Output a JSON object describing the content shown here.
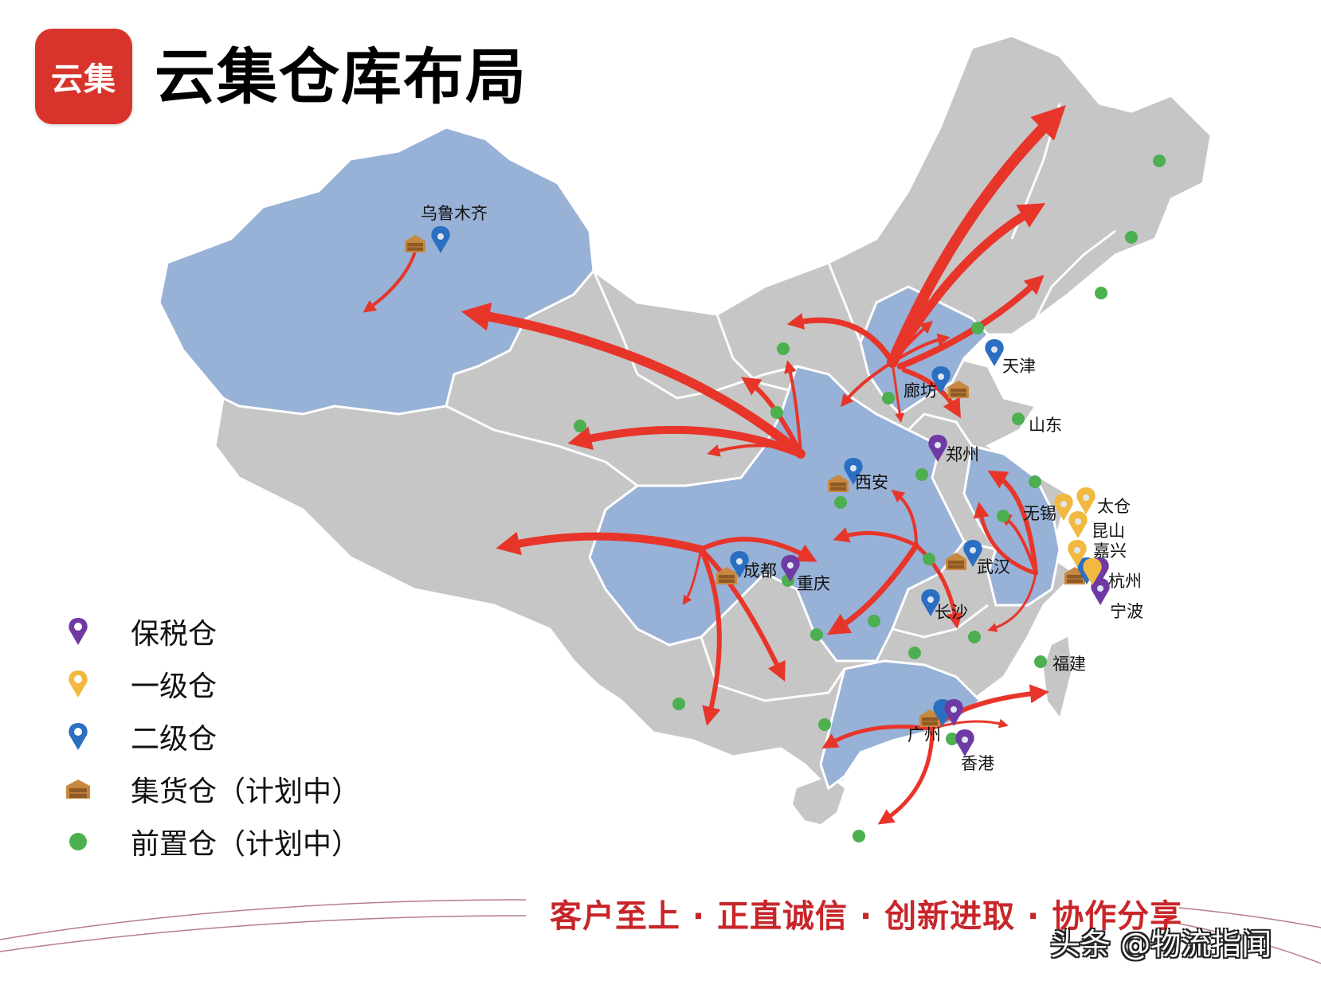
{
  "header": {
    "logo_text": "云集",
    "title": "云集仓库布局"
  },
  "legend": [
    {
      "icon": "pin-purple-icon",
      "color": "#6f3aa3",
      "label": "保税仓"
    },
    {
      "icon": "pin-yellow-icon",
      "color": "#f2b940",
      "label": "一级仓"
    },
    {
      "icon": "pin-blue-icon",
      "color": "#2b6fc2",
      "label": "二级仓"
    },
    {
      "icon": "warehouse-icon",
      "color": "#b8773a",
      "label": "集货仓（计划中）"
    },
    {
      "icon": "green-dot-icon",
      "color": "#4caf50",
      "label": "前置仓（计划中）"
    }
  ],
  "cities": {
    "urumqi": "乌鲁木齐",
    "tianjin": "天津",
    "langfang": "廊坊",
    "shandong": "山东",
    "zhengzhou": "郑州",
    "xian": "西安",
    "taicang": "太仓",
    "wuxi": "无锡",
    "kunshan": "昆山",
    "jiaxing": "嘉兴",
    "hangzhou": "杭州",
    "ningbo": "宁波",
    "chengdu": "成都",
    "chongqing": "重庆",
    "wuhan": "武汉",
    "changsha": "长沙",
    "fujian": "福建",
    "guangzhou": "广州",
    "hongkong": "香港"
  },
  "footer": {
    "slogan": "客户至上 · 正直诚信 · 创新进取 · 协作分享",
    "watermark": "头条 @物流指闻"
  },
  "colors": {
    "covered_region": "#98b1d6",
    "uncovered_region": "#c6c6c6",
    "arrow": "#e8352a",
    "logo_bg": "#d9342b"
  }
}
